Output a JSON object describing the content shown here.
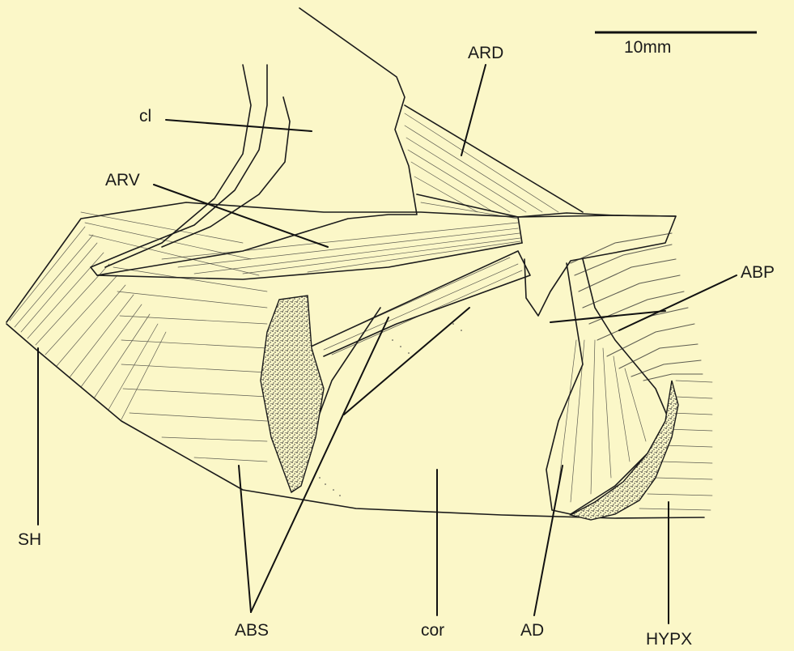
{
  "scale_bar": {
    "label": "10mm"
  },
  "labels": {
    "cl": "cl",
    "ard": "ARD",
    "arv": "ARV",
    "abp": "ABP",
    "sh": "SH",
    "abs": "ABS",
    "cor": "cor",
    "ad": "AD",
    "hypx": "HYPX"
  },
  "colors": {
    "background": "#fbf7c8",
    "ink": "#1b1b1b",
    "stipple": "#3a3a3a"
  }
}
